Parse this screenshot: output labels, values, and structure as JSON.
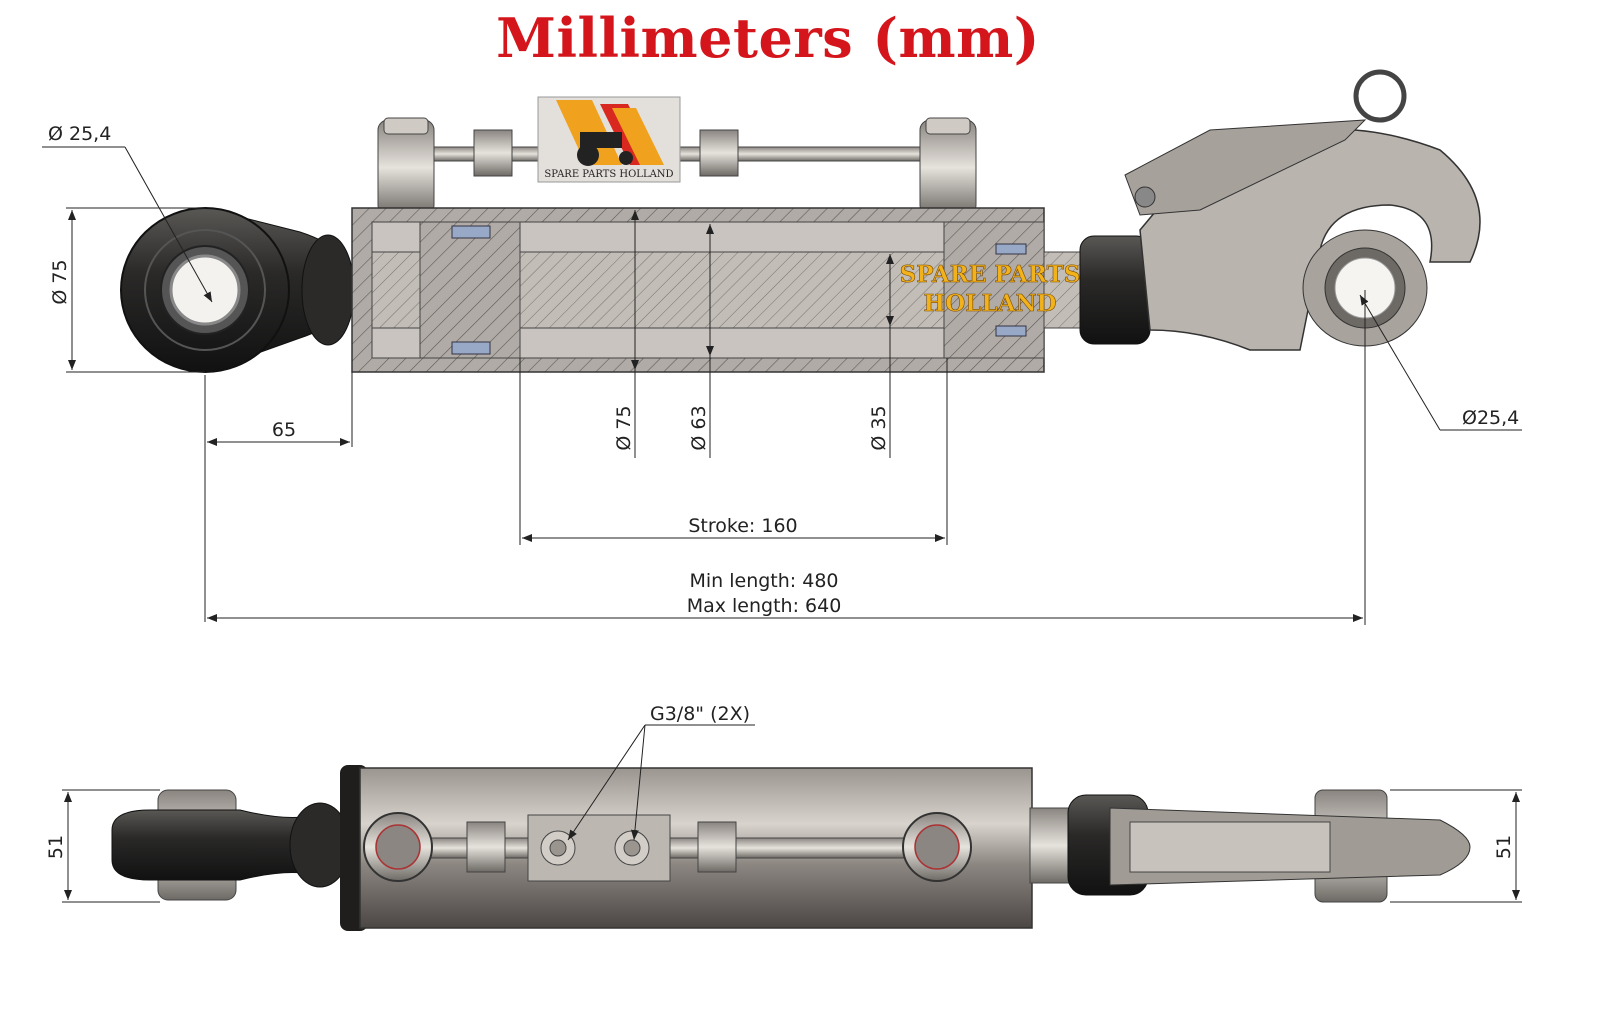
{
  "title": "Millimeters (mm)",
  "colors": {
    "title": "#d4161c",
    "watermark": "#f2b21b",
    "logo_orange": "#f0a11e",
    "logo_red": "#d8281f"
  },
  "logo_text": "SPARE PARTS HOLLAND",
  "watermark": {
    "line1": "SPARE PARTS",
    "line2": "HOLLAND"
  },
  "dims": {
    "eye_left": "Ø 25,4",
    "eye_right": "Ø25,4",
    "height_eye": "Ø 75",
    "offset": "65",
    "bore_outer": "Ø 75",
    "bore_inner": "Ø 63",
    "rod": "Ø 35",
    "stroke": "Stroke: 160",
    "min_length": "Min length: 480",
    "max_length": "Max length: 640",
    "port": "G3/8\" (2X)",
    "width_left": "51",
    "width_right": "51"
  }
}
